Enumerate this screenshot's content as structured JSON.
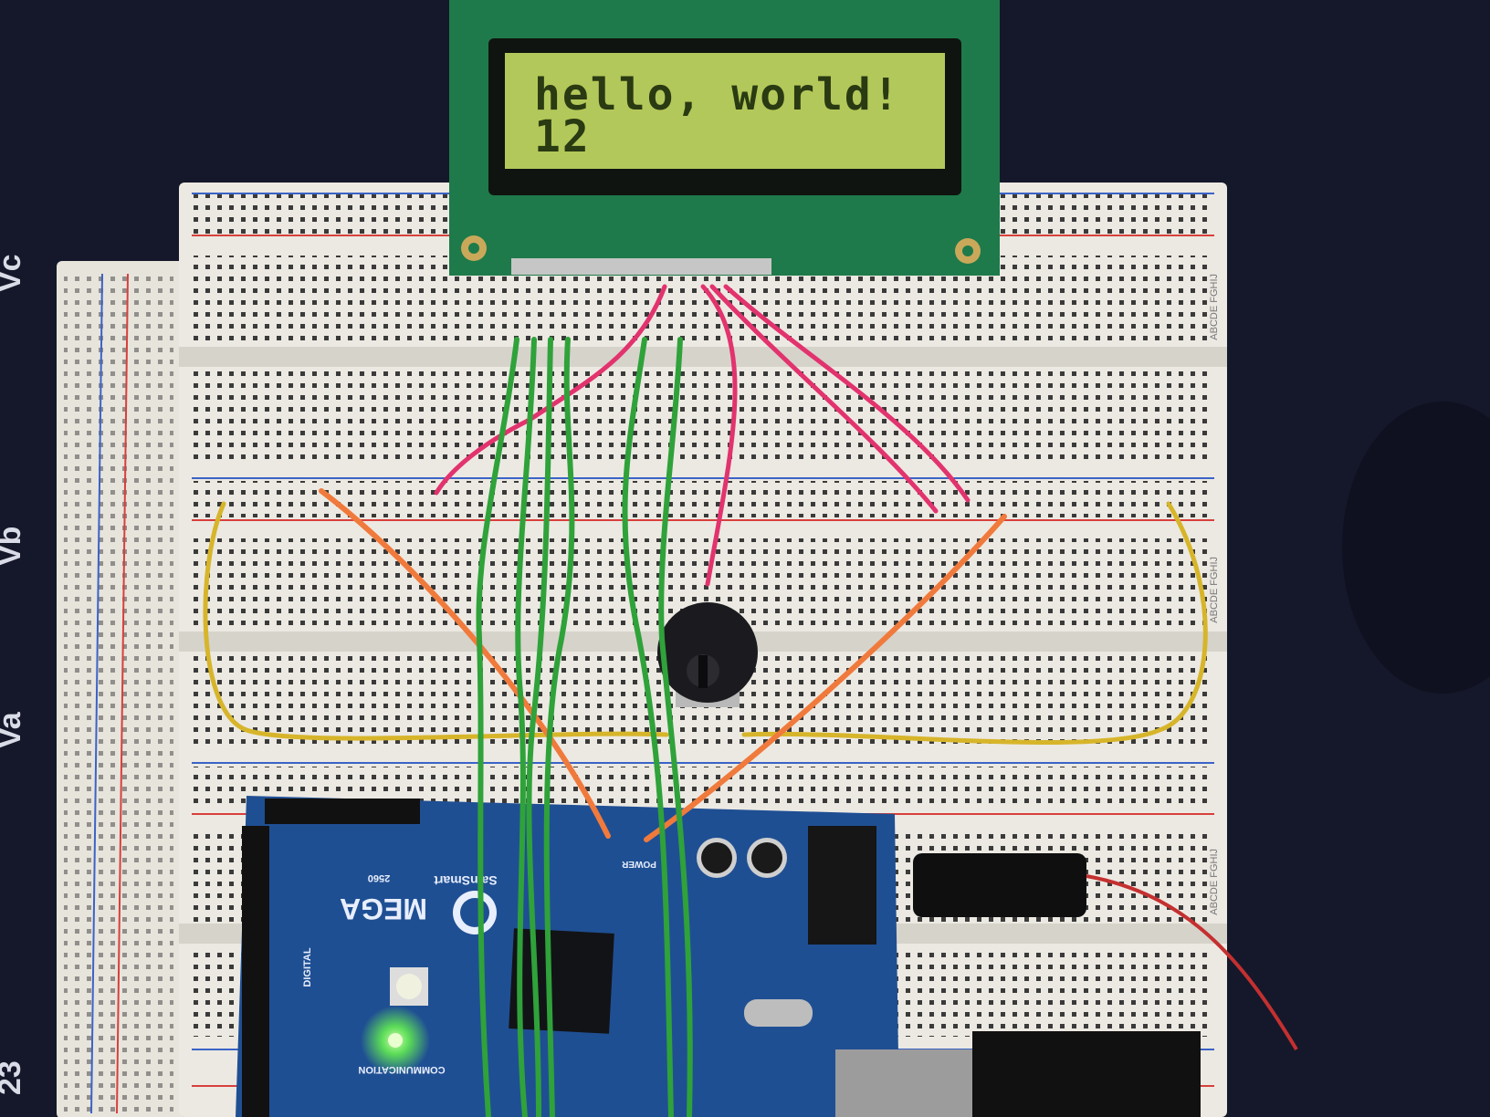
{
  "lcd": {
    "line1": "hello, world!",
    "line2": "12"
  },
  "arduino": {
    "model": "MEGA",
    "brand": "SainSmart",
    "chip": "2560",
    "label_power": "POWER",
    "label_communication": "COMMUNICATION",
    "label_digital": "DIGITAL"
  },
  "side_labels": [
    "Va",
    "Vb",
    "Vc",
    "23"
  ],
  "breadboard_row_letters": "ABCDE FGHIJ",
  "colors": {
    "background": "#15182a",
    "breadboard": "#ece9e2",
    "lcd_pcb": "#1e7a4a",
    "lcd_screen": "#b3c85a",
    "arduino_pcb": "#1f4f93",
    "wire_green": "#2fa23a",
    "wire_pink": "#e2336e",
    "wire_orange": "#f07a3c",
    "wire_yellow": "#d7b52a",
    "led_green": "#6bff4a"
  }
}
